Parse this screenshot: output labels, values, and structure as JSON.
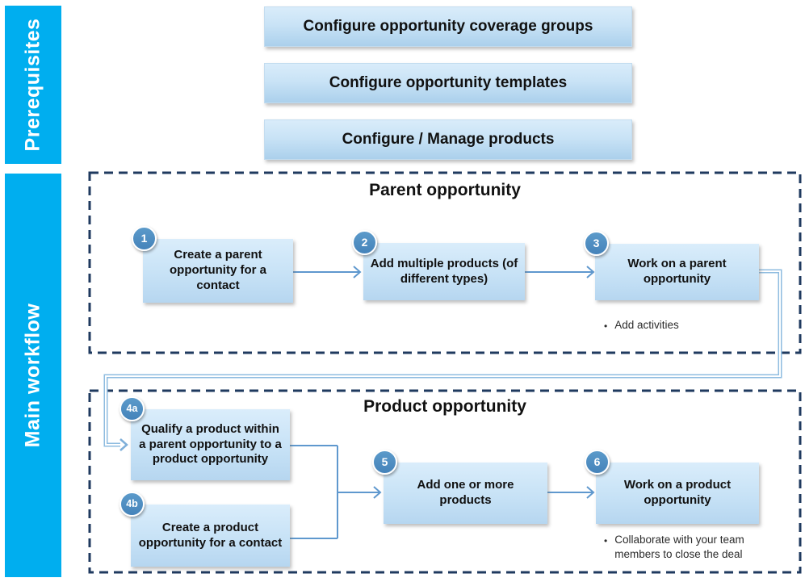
{
  "sidebars": {
    "prerequisites": "Prerequisites",
    "main_workflow": "Main workflow"
  },
  "prerequisites": [
    {
      "label": "Configure opportunity coverage groups"
    },
    {
      "label": "Configure opportunity templates"
    },
    {
      "label": "Configure / Manage products"
    }
  ],
  "parent_section": {
    "title": "Parent opportunity",
    "steps": [
      {
        "num": "1",
        "label": "Create a parent opportunity for a contact"
      },
      {
        "num": "2",
        "label": "Add multiple products (of different types)"
      },
      {
        "num": "3",
        "label": "Work on a parent opportunity"
      }
    ],
    "note": "Add activities"
  },
  "product_section": {
    "title": "Product opportunity",
    "steps": [
      {
        "num": "4a",
        "label": "Qualify a product within a parent opportunity to a product opportunity"
      },
      {
        "num": "4b",
        "label": "Create a product opportunity for a contact"
      },
      {
        "num": "5",
        "label": "Add one or more products"
      },
      {
        "num": "6",
        "label": "Work on a product opportunity"
      }
    ],
    "note": "Collaborate with your team members to close the deal"
  },
  "colors": {
    "sidebar_cyan": "#00AEEF",
    "dashed_border_navy": "#1F3A5F",
    "badge_blue": "#4C8BC2",
    "arrow_blue": "#5F98CE",
    "connector_light_blue": "#8FBCE0",
    "box_gradient_top": "#D9ECFA",
    "box_gradient_bottom": "#ABD0EC",
    "text_dark": "#111111"
  }
}
